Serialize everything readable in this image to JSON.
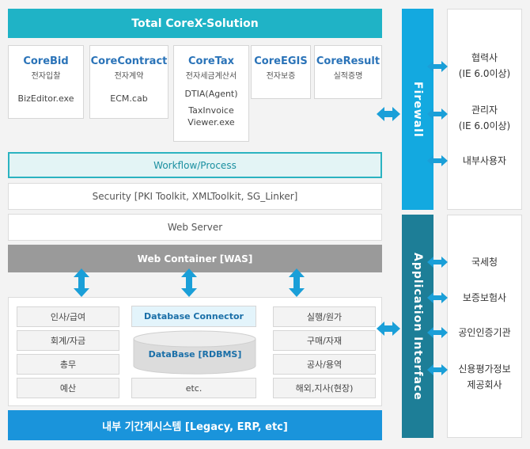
{
  "title": "Total CoreX-Solution",
  "modules": [
    {
      "name": "CoreBid",
      "sub": "전자입찰",
      "files": [
        "BizEditor.exe"
      ]
    },
    {
      "name": "CoreContract",
      "sub": "전자계약",
      "files": [
        "ECM.cab"
      ]
    },
    {
      "name": "CoreTax",
      "sub": "전자세금계산서",
      "files": [
        "DTIA(Agent)",
        "TaxInvoice",
        "Viewer.exe"
      ]
    },
    {
      "name": "CoreEGIS",
      "sub": "전자보증",
      "files": []
    },
    {
      "name": "CoreResult",
      "sub": "실적증명",
      "files": []
    }
  ],
  "workflow": "Workflow/Process",
  "security": "Security [PKI Toolkit, XMLToolkit, SG_Linker]",
  "web_server": "Web Server",
  "web_container": "Web Container [WAS]",
  "left_systems": [
    "인사/급여",
    "회계/자금",
    "총무",
    "예산"
  ],
  "db_connector": "Database Connector",
  "database": "DataBase [RDBMS]",
  "etc": "etc.",
  "right_systems": [
    "실행/원가",
    "구매/자재",
    "공사/용역",
    "해외,지사(현장)"
  ],
  "legacy": "내부 기간계시스템 [Legacy, ERP, etc]",
  "firewall": "Firewall",
  "app_interface": "Application Interface",
  "firewall_users": [
    {
      "line1": "협력사",
      "line2": "(IE 6.0이상)"
    },
    {
      "line1": "관리자",
      "line2": "(IE 6.0이상)"
    },
    {
      "line1": "내부사용자",
      "line2": ""
    }
  ],
  "interface_orgs": [
    {
      "line1": "국세청",
      "line2": ""
    },
    {
      "line1": "보증보험사",
      "line2": ""
    },
    {
      "line1": "공인인증기관",
      "line2": ""
    },
    {
      "line1": "신용평가정보",
      "line2": "제공회사"
    }
  ],
  "colors": {
    "title_bar": "#1fb3c6",
    "firewall": "#13a9e0",
    "app_interface": "#1d7e97",
    "legacy": "#1a94db",
    "web_container": "#9a9a9a",
    "workflow_border": "#2bb3c1",
    "arrow": "#1a9fd8",
    "module_title": "#2a73b8"
  }
}
